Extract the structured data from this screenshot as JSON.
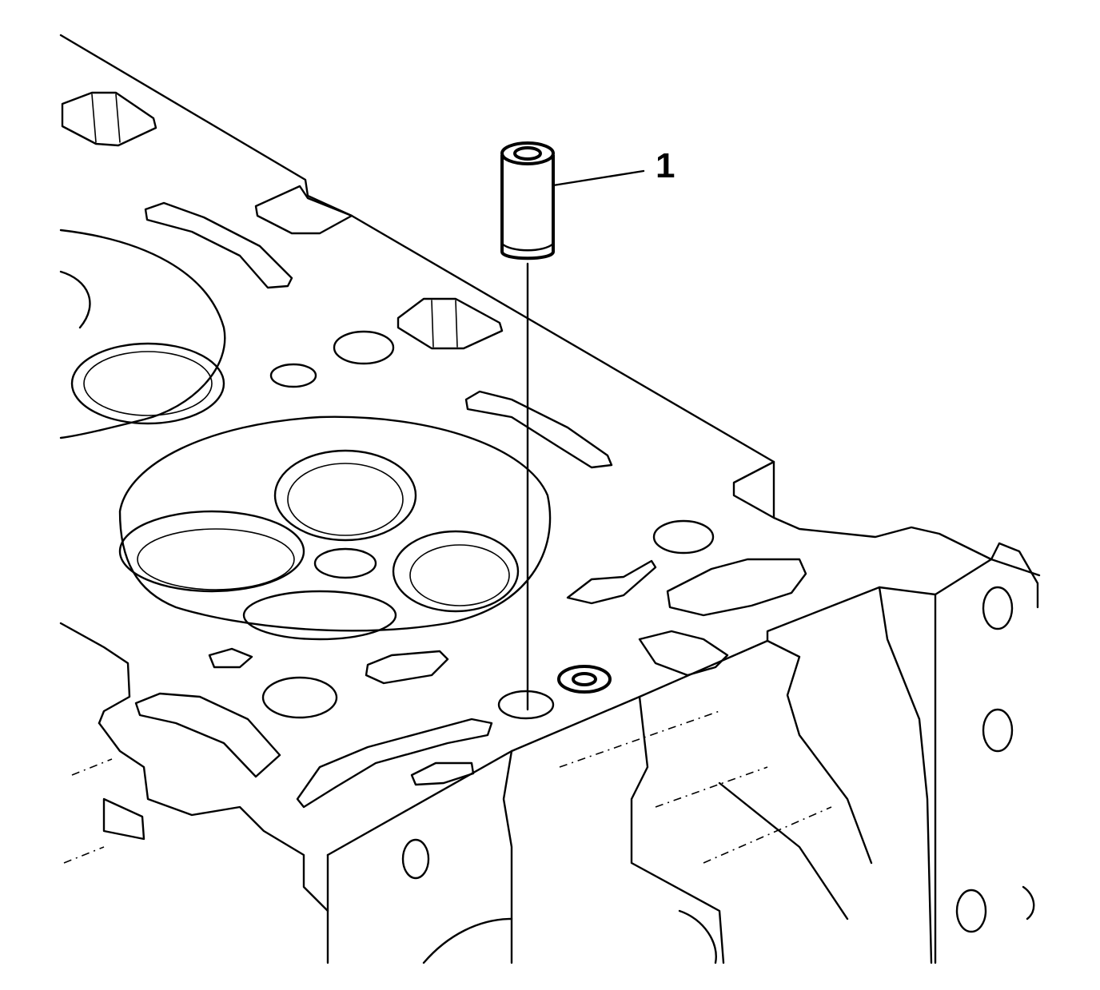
{
  "figure": {
    "type": "technical-line-illustration",
    "subject": "cylinder-head-deck-with-locating-dowel",
    "colors": {
      "line": "#000000",
      "background": "#ffffff"
    }
  },
  "callouts": [
    {
      "number": "1",
      "target": "locating-dowel-pin"
    }
  ]
}
